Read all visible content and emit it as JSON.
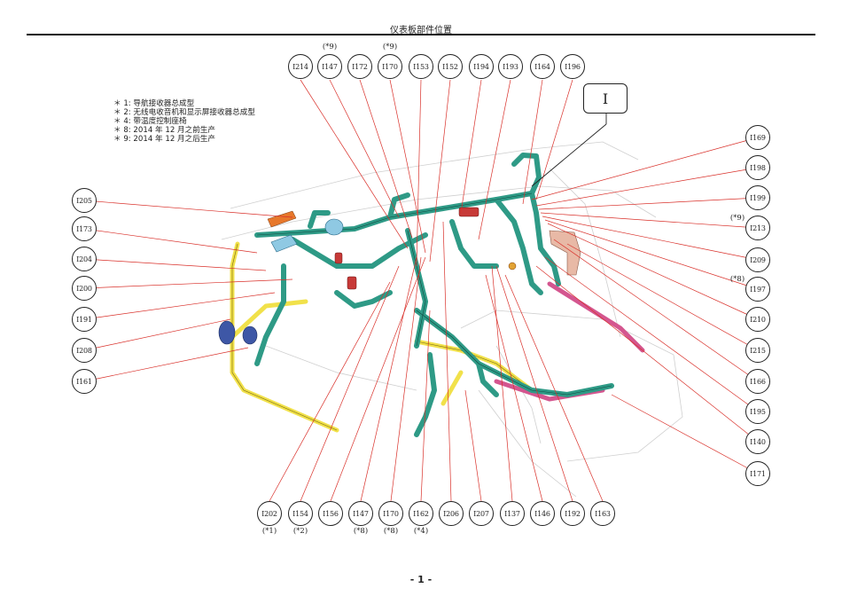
{
  "title": "仪表板部件位置",
  "page_number": "- 1 -",
  "view_label": "I",
  "notes": [
    "＊ 1: 导航接收器总成型",
    "＊ 2: 无线电收音机和显示屏接收器总成型",
    "＊ 4: 带温度控制座椅",
    "＊ 8: 2014 年 12 月之前生产",
    "＊ 9: 2014 年 12 月之后生产"
  ],
  "callouts_top": [
    {
      "label": "I214",
      "note": ""
    },
    {
      "label": "I147",
      "note": "(*9)"
    },
    {
      "label": "I172",
      "note": ""
    },
    {
      "label": "I170",
      "note": "(*9)"
    },
    {
      "label": "I153",
      "note": ""
    },
    {
      "label": "I152",
      "note": ""
    },
    {
      "label": "I194",
      "note": ""
    },
    {
      "label": "I193",
      "note": ""
    },
    {
      "label": "I164",
      "note": ""
    },
    {
      "label": "I196",
      "note": ""
    }
  ],
  "callouts_left": [
    {
      "label": "I205"
    },
    {
      "label": "I173"
    },
    {
      "label": "I204"
    },
    {
      "label": "I200"
    },
    {
      "label": "I191"
    },
    {
      "label": "I208"
    },
    {
      "label": "I161"
    }
  ],
  "callouts_right": [
    {
      "label": "I169",
      "note": ""
    },
    {
      "label": "I198",
      "note": ""
    },
    {
      "label": "I199",
      "note": ""
    },
    {
      "label": "I213",
      "note": "(*9)"
    },
    {
      "label": "I209",
      "note": ""
    },
    {
      "label": "I197",
      "note": "(*8)"
    },
    {
      "label": "I210",
      "note": ""
    },
    {
      "label": "I215",
      "note": ""
    },
    {
      "label": "I166",
      "note": ""
    },
    {
      "label": "I195",
      "note": ""
    },
    {
      "label": "I140",
      "note": ""
    },
    {
      "label": "I171",
      "note": ""
    }
  ],
  "callouts_bottom": [
    {
      "label": "I202",
      "note": "(*1)"
    },
    {
      "label": "I154",
      "note": "(*2)"
    },
    {
      "label": "I156",
      "note": ""
    },
    {
      "label": "I147",
      "note": "(*8)"
    },
    {
      "label": "I170",
      "note": "(*8)"
    },
    {
      "label": "I162",
      "note": "(*4)"
    },
    {
      "label": "I206",
      "note": ""
    },
    {
      "label": "I207",
      "note": ""
    },
    {
      "label": "I137",
      "note": ""
    },
    {
      "label": "I146",
      "note": ""
    },
    {
      "label": "I192",
      "note": ""
    },
    {
      "label": "I163",
      "note": ""
    }
  ],
  "colors": {
    "harness": "#2e9a86",
    "yellow": "#f1e14a",
    "pink": "#d4568f",
    "blue": "#3e57a6",
    "leader": "#d9302a"
  }
}
